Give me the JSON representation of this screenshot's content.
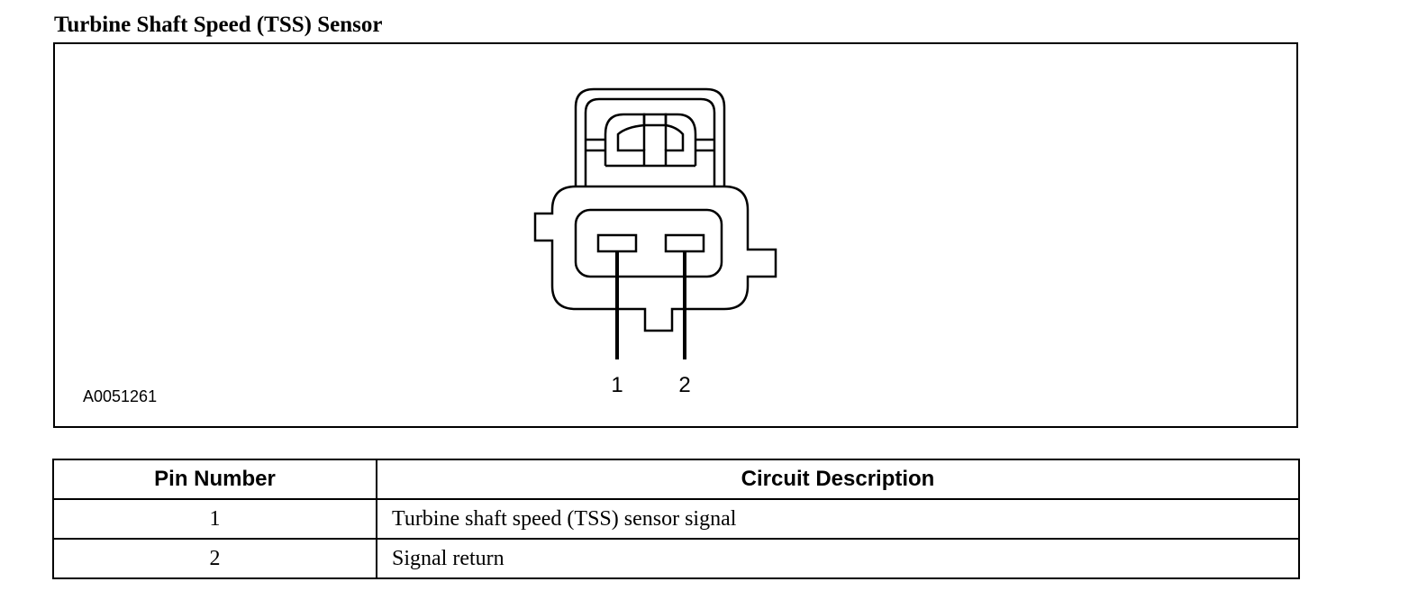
{
  "document": {
    "title": "Turbine Shaft Speed (TSS) Sensor"
  },
  "figure": {
    "id": "A0051261",
    "pin_labels": [
      "1",
      "2"
    ]
  },
  "pin_table": {
    "headers": [
      "Pin Number",
      "Circuit Description"
    ],
    "rows": [
      {
        "pin": "1",
        "description": "Turbine shaft speed (TSS) sensor signal"
      },
      {
        "pin": "2",
        "description": "Signal return"
      }
    ]
  }
}
